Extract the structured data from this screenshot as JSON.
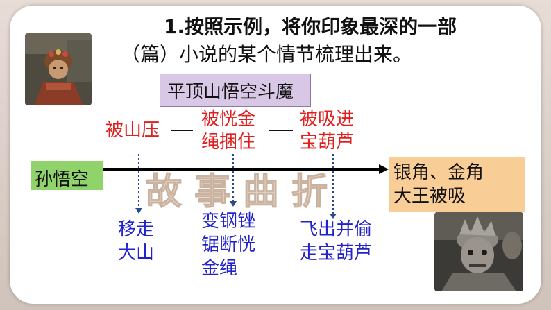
{
  "question": {
    "number": "1.",
    "line1": "按照示例，将你印象最深的一部",
    "line2": "（篇）小说的某个情节梳理出来。"
  },
  "example_title": "平顶山悟空斗魔",
  "protagonist": "孙悟空",
  "outcome": [
    "银角、金角",
    "大王被吸"
  ],
  "watermark": "故事曲折",
  "plot_steps": [
    {
      "lines": [
        "被山压"
      ]
    },
    {
      "lines": [
        "被恍金",
        "绳捆住"
      ]
    },
    {
      "lines": [
        "被吸进",
        "宝葫芦"
      ]
    }
  ],
  "actions": [
    {
      "lines": [
        "移走",
        "大山"
      ]
    },
    {
      "lines": [
        "变钢锉",
        "锯断恍",
        "金绳"
      ]
    },
    {
      "lines": [
        "飞出并偷",
        "走宝葫芦"
      ]
    }
  ],
  "colors": {
    "red_text": "#e0201f",
    "blue_text": "#2222cc",
    "title_box": "#d9c7e6",
    "protagonist_box": "#8fd36a",
    "outcome_box": "#f9cd96"
  },
  "images": [
    "sun-wukong-photo",
    "demon-king-photo"
  ]
}
